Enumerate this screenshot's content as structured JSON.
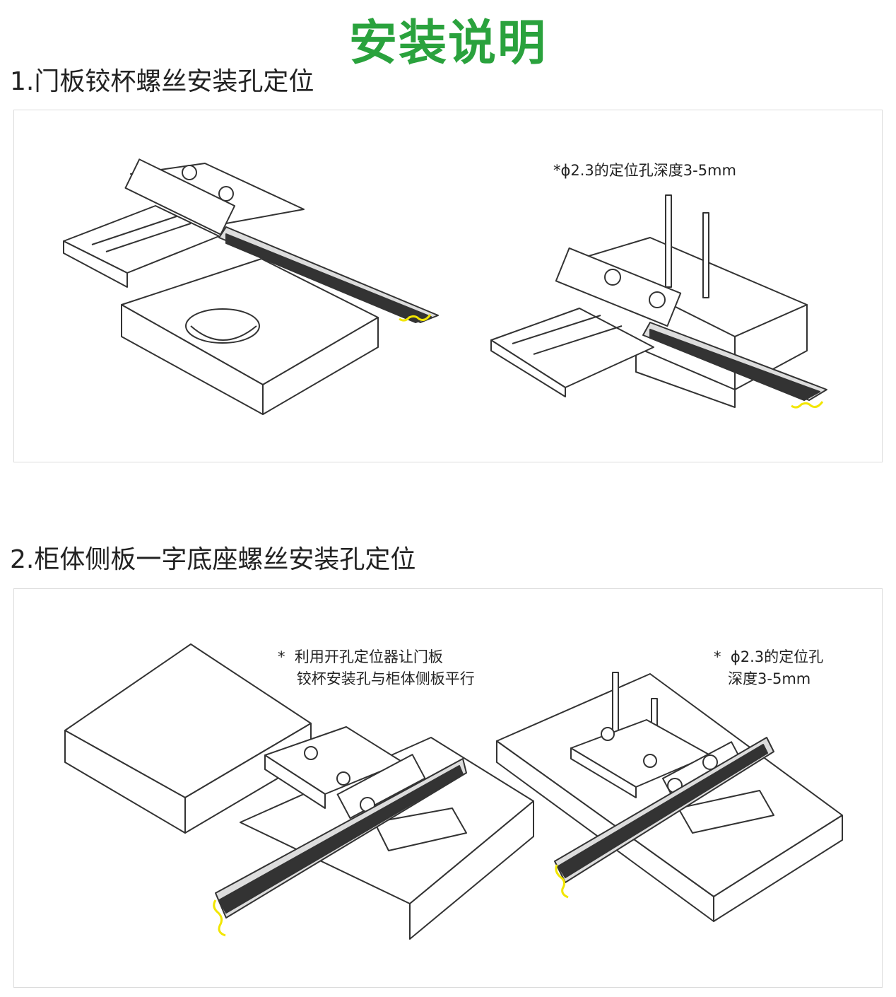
{
  "page": {
    "title": "安装说明"
  },
  "sections": [
    {
      "heading": "1.门板铰杯螺丝安装孔定位",
      "notes": [
        "*ϕ2.3的定位孔深度3-5mm"
      ]
    },
    {
      "heading": "2.柜体侧板一字底座螺丝安装孔定位",
      "notes": [
        "*  利用开孔定位器让门板",
        "    铰杯安装孔与柜体侧板平行",
        "*  ϕ2.3的定位孔",
        "   深度3-5mm"
      ]
    }
  ],
  "colors": {
    "title": "#2aa23d",
    "ruler_tip": "#f2e600",
    "line": "#333333"
  },
  "icons": [
    "drill-bit-icon",
    "screw-knob-icon",
    "ruler-icon"
  ]
}
